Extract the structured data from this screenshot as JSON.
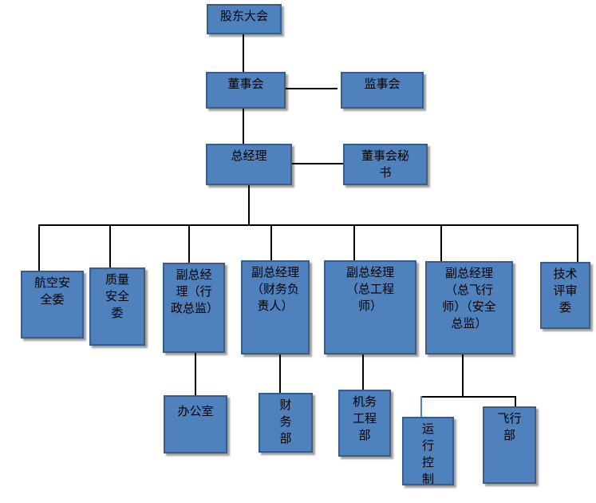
{
  "colors": {
    "box_fill": "#4f81bd",
    "box_border": "#385d8a",
    "connector": "#000000",
    "connector_accent": "#4f81bd"
  },
  "nodes": {
    "shareholders": "股东大会",
    "board": "董事会",
    "supervisors": "监事会",
    "general_manager": "总经理",
    "board_secretary": "董事会秘书",
    "aviation_safety_committee": "航空安全委",
    "quality_safety_committee": "质量安全委",
    "vp_admin": "副总经理（行政总监）",
    "vp_finance": "副总经理（财务负责人）",
    "vp_chief_engineer": "副总经理（总工程师）",
    "vp_chief_pilot": "副总经理（总飞行师）（安全总监）",
    "technical_review_committee": "技术评审委",
    "office": "办公室",
    "finance_dept": "财务部",
    "maintenance_dept": "机务工程部",
    "operations_control_dept": "运行控制部",
    "flight_dept": "飞行部"
  }
}
